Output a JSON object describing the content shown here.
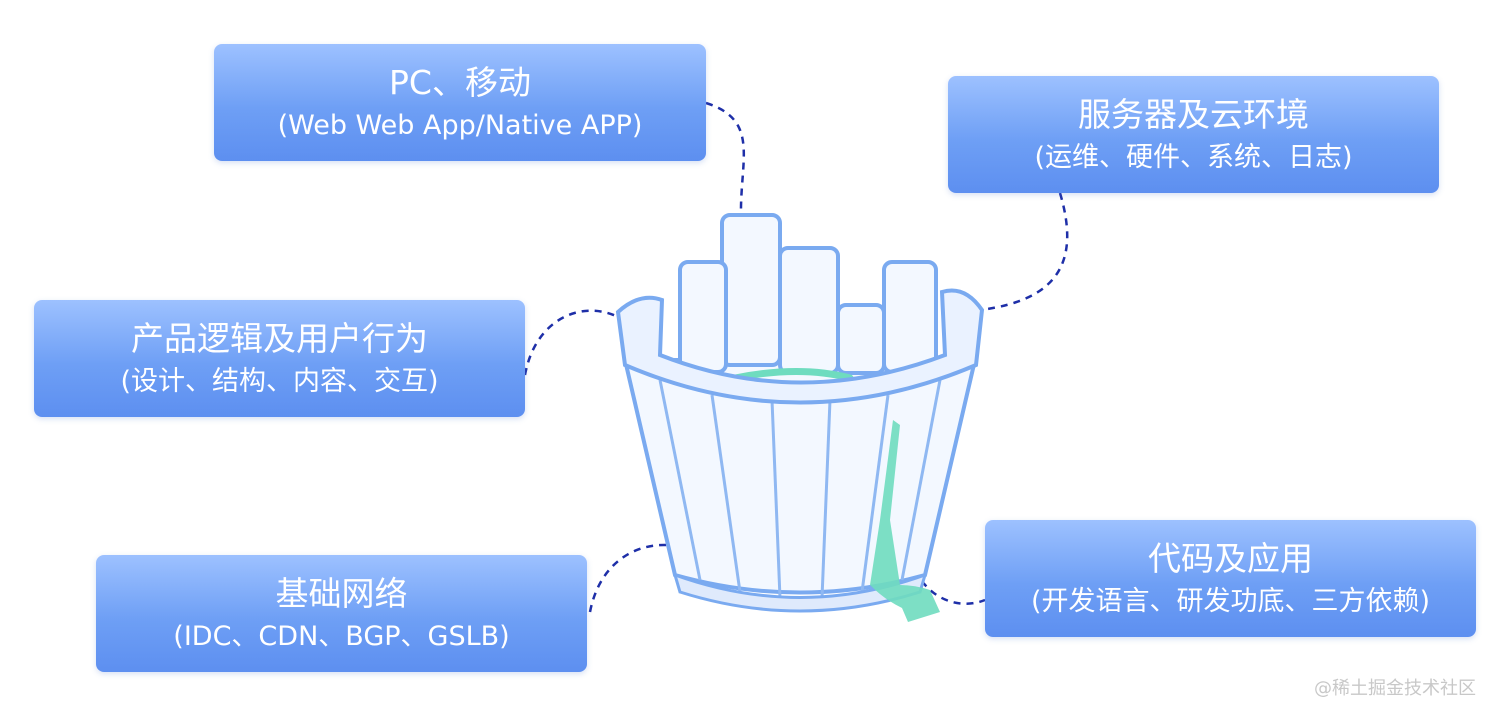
{
  "cards": {
    "pc": {
      "title": "PC、移动",
      "subtitle": "(Web Web App/Native APP)"
    },
    "server": {
      "title": "服务器及云环境",
      "subtitle": "(运维、硬件、系统、日志)"
    },
    "product": {
      "title": "产品逻辑及用户行为",
      "subtitle": "(设计、结构、内容、交互)"
    },
    "network": {
      "title": "基础网络",
      "subtitle": "(IDC、CDN、BGP、GSLB)"
    },
    "code": {
      "title": "代码及应用",
      "subtitle": "(开发语言、研发功底、三方依赖)"
    }
  },
  "watermark": "@稀土掘金技术社区",
  "colors": {
    "card_top": "#9dc1ff",
    "card_bottom": "#5d8ff0",
    "connector": "#1e2fa8",
    "bucket_outline": "#7aaaf0",
    "bucket_fill": "#f3f8ff",
    "water": "#6fdcbf"
  }
}
